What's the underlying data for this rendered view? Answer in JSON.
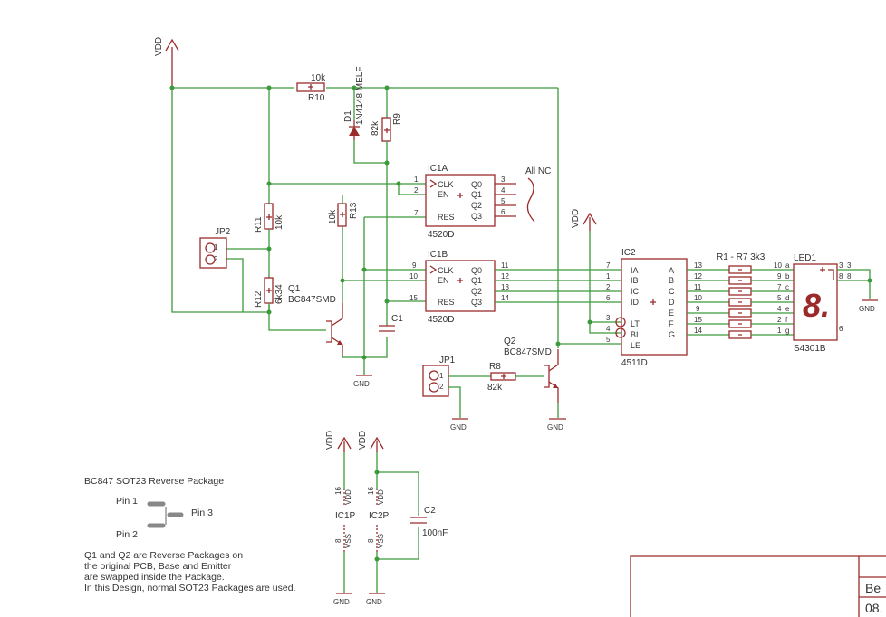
{
  "labels": {
    "vdd": "VDD",
    "gnd": "GND",
    "r10_name": "R10",
    "r10_value": "10k",
    "d1_name": "D1",
    "d1_value": "1N4148 MELF",
    "r9_name": "R9",
    "r9_value": "82k",
    "ic1a_name": "IC1A",
    "ic1a_type": "4520D",
    "ic1b_name": "IC1B",
    "ic1b_type": "4520D",
    "all_nc": "All NC",
    "r11_name": "R11",
    "r11_value": "10k",
    "r12_name": "R12",
    "r12_value": "6k34",
    "r13_name": "R13",
    "r13_value": "10k",
    "jp2_name": "JP2",
    "q1_name": "Q1",
    "q1_value": "BC847SMD",
    "c1_name": "C1",
    "ic2_name": "IC2",
    "ic2_type": "4511D",
    "q2_name": "Q2",
    "q2_value": "BC847SMD",
    "jp1_name": "JP1",
    "r8_name": "R8",
    "r8_value": "82k",
    "rarray": "R1 - R7 3k3",
    "led1_name": "LED1",
    "led1_type": "S4301B",
    "seg_digit": "8.",
    "c2_name": "C2",
    "c2_value": "100nF",
    "ic1p": "IC1P",
    "ic2p": "IC2P"
  },
  "pins": {
    "clk": "CLK",
    "en": "EN",
    "res": "RES",
    "q0": "Q0",
    "q1": "Q1",
    "q2": "Q2",
    "q3": "Q3",
    "ia": "IA",
    "ib": "IB",
    "ic": "IC",
    "id": "ID",
    "lt": "LT",
    "bi": "BI",
    "le": "LE",
    "a": "A",
    "b": "B",
    "c": "C",
    "d": "D",
    "e": "E",
    "f": "F",
    "g": "G"
  },
  "notes": {
    "title": "BC847 SOT23 Reverse Package",
    "pin1": "Pin 1",
    "pin2": "Pin 2",
    "pin3": "Pin 3",
    "line1": "Q1 and Q2 are Reverse Packages on",
    "line2": "the original PCB, Base and Emitter",
    "line3": "are swapped inside the Package.",
    "line4": "In this Design, normal SOT23 Packages are used."
  },
  "titleblock": {
    "text1": "Be",
    "text2": "08."
  },
  "colors": {
    "wire": "#3b9a3b",
    "part": "#9b2b2b"
  }
}
